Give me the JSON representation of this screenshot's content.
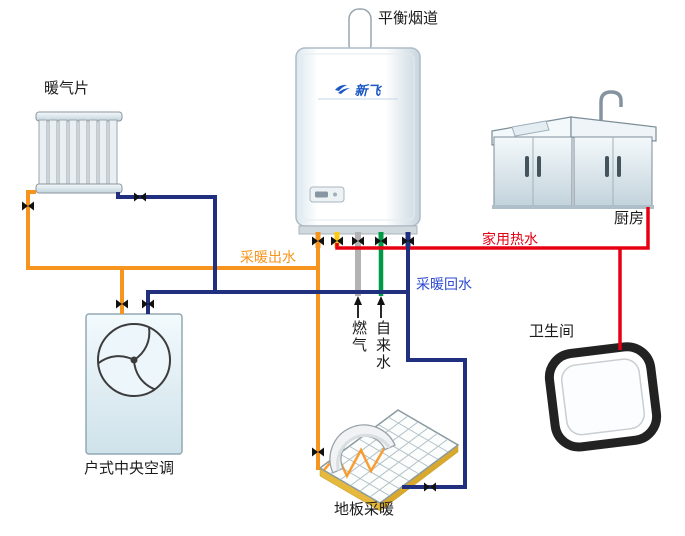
{
  "labels": {
    "flue": "平衡烟道",
    "radiator": "暖气片",
    "kitchen": "厨房",
    "heating_supply": "采暖出水",
    "domestic_hot_water": "家用热水",
    "heating_return": "采暖回水",
    "gas": "燃气",
    "tap_water": "自来水",
    "bathroom": "卫生间",
    "central_ac": "户式中央空调",
    "floor_heating": "地板采暖",
    "brand": "新飞"
  },
  "colors": {
    "heating_supply": "#f7941d",
    "heating_return": "#20307e",
    "hot_water": "#e60013",
    "tap_water": "#009a44",
    "gas_pipe": "#b3b3b3",
    "dhw_stub": "#ffc913",
    "return_label": "#2e4bd0",
    "brand_blue": "#1a57c4",
    "valve_black": "#111111"
  }
}
